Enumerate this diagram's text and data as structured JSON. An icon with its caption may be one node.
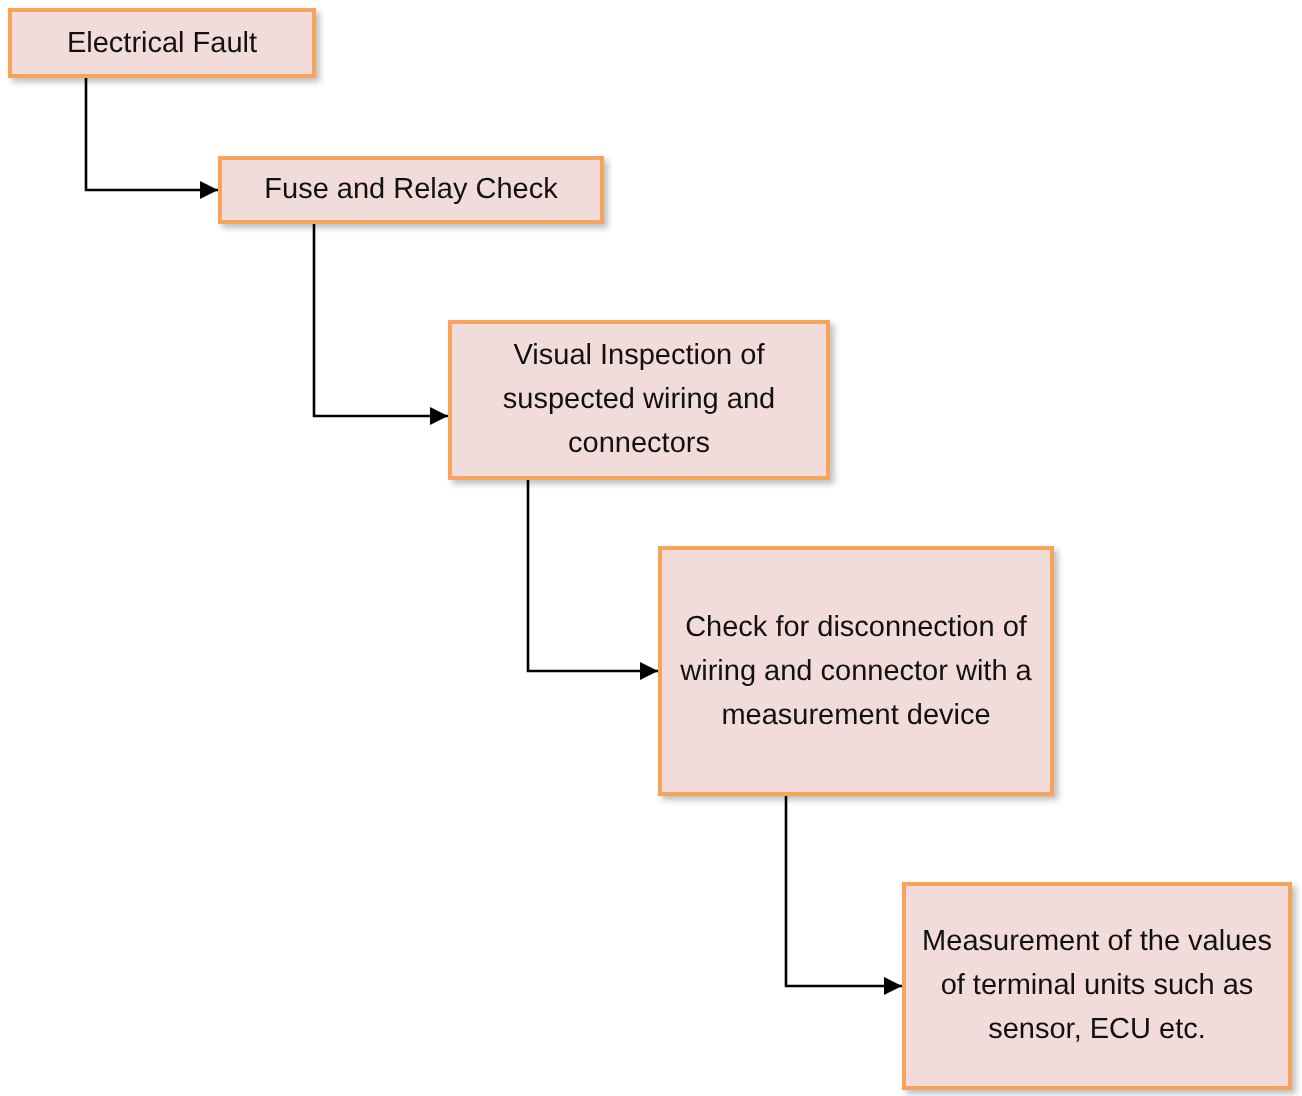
{
  "diagram": {
    "nodes": [
      {
        "text": [
          "Electrical Fault"
        ]
      },
      {
        "text": [
          "Fuse and Relay Check"
        ]
      },
      {
        "text": [
          "Visual Inspection of suspected wiring and connectors"
        ]
      },
      {
        "text": [
          "Check for disconnection of wiring and connector with a measurement device"
        ]
      },
      {
        "text": [
          "Measurement of the values of terminal units such as sensor, ECU etc."
        ]
      }
    ],
    "edges": [
      {
        "from": 0,
        "to": 1,
        "arrow": "to"
      },
      {
        "from": 1,
        "to": 2,
        "arrow": "to"
      },
      {
        "from": 2,
        "to": 3,
        "arrow": "to"
      },
      {
        "from": 3,
        "to": 4,
        "arrow": "to"
      }
    ]
  }
}
